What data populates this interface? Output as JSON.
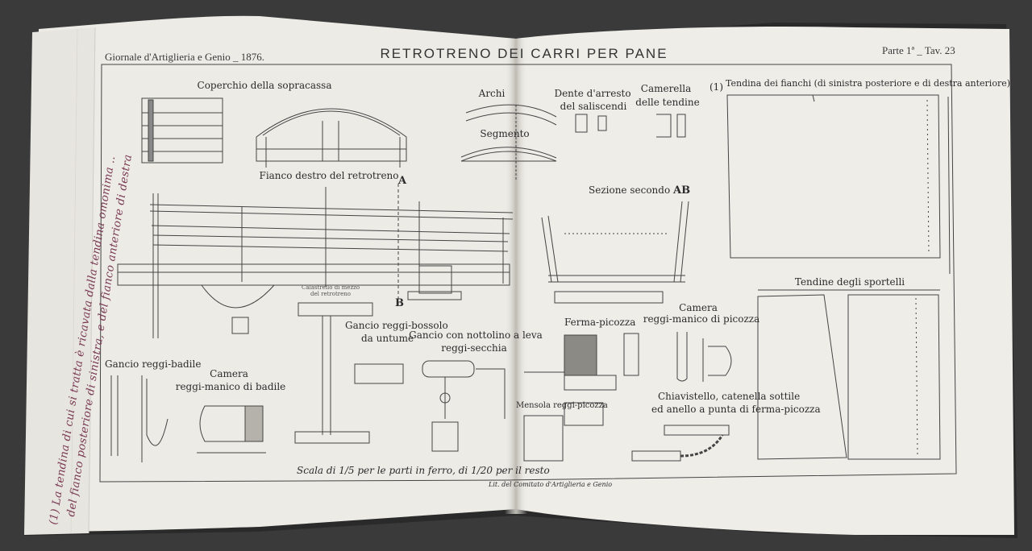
{
  "header": {
    "journal": "Giornale d'Artiglieria e Genio _ 1876.",
    "title": "RETROTRENO DEI CARRI PER PANE",
    "plate": "Parte 1ª _ Tav. 23"
  },
  "drawings": {
    "coperchio": "Coperchio della sopracassa",
    "fianco": "Fianco destro del retrotreno",
    "archi": "Archi",
    "segmento": "Segmento",
    "dente": "Dente d'arresto",
    "dente2": "del saliscendi",
    "camerella": "Camerella",
    "camerella2": "delle tendine",
    "tendina_fianchi": "Tendina dei fianchi (di sinistra posteriore e di destra anteriore)",
    "tendina_note": "(1)",
    "sezione": "Sezione secondo",
    "sezione_ab": "AB",
    "letter_a": "A",
    "letter_b": "B",
    "tendine_sportelli": "Tendine degli sportelli",
    "calastrello": "Calastrello di mezzo",
    "calastrello2": "del retrotreno",
    "gancio_bossolo": "Gancio reggi-bossolo",
    "gancio_bossolo2": "da untume",
    "gancio_nottolino": "Gancio con nottolino a leva",
    "gancio_nottolino2": "reggi-secchia",
    "ferma_picozza": "Ferma-picozza",
    "camera_picozza": "Camera",
    "camera_picozza2": "reggi-manico di picozza",
    "gancio_badile": "Gancio reggi-badile",
    "camera_badile": "Camera",
    "camera_badile2": "reggi-manico di badile",
    "chiavistello": "Chiavistello, catenella sottile",
    "chiavistello2": "ed anello a punta di ferma-picozza",
    "mensola": "Mensola reggi-picozza"
  },
  "footer": {
    "scale": "Scala di 1/5 per le parti in ferro, di 1/20 per il resto",
    "lithographer": "Lit. del Comitato d'Artiglieria e Genio"
  },
  "handwritten": {
    "line1": "(1) La tendina di cui si tratta è ricavata dalla tendina omonima ..",
    "line2": "del fianco posteriore di sinistra, e del fianco anteriore di destra"
  },
  "colors": {
    "paper": "#ecebe6",
    "ink": "#3c3c3c",
    "handwriting": "#7a3a55",
    "background": "#3a3a3a"
  }
}
